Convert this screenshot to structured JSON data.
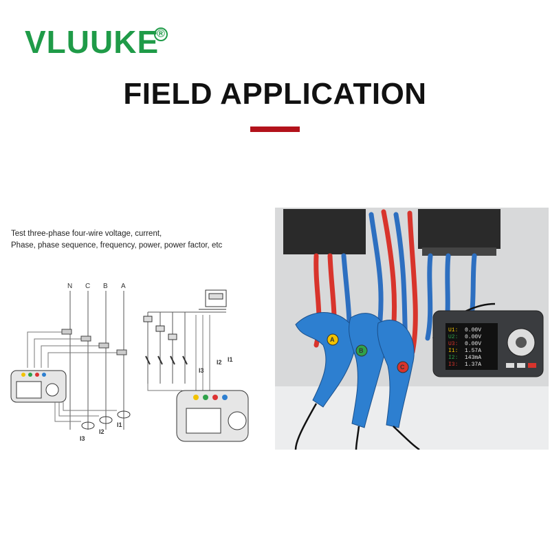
{
  "brand": {
    "logo_text": "VLUUKE",
    "registered_mark": "®"
  },
  "header": {
    "title": "FIELD APPLICATION"
  },
  "description": {
    "line1": "Test three-phase four-wire voltage, current,",
    "line2": "Phase, phase sequence, frequency, power, power factor, etc"
  },
  "diagram_left": {
    "phase_labels": [
      "N",
      "C",
      "B",
      "A"
    ],
    "clamp_labels": [
      "I3",
      "I2",
      "I1"
    ]
  },
  "diagram_right": {
    "clamp_labels": [
      "I3",
      "I2",
      "I1"
    ]
  },
  "photo": {
    "clamp_labels": [
      "A",
      "B",
      "C"
    ],
    "screen_rows": [
      {
        "name": "U1:",
        "value": "0.00V"
      },
      {
        "name": "U2:",
        "value": "0.00V"
      },
      {
        "name": "U3:",
        "value": "0.00V"
      },
      {
        "name": "I1:",
        "value": "1.57A"
      },
      {
        "name": "I2:",
        "value": "143mA"
      },
      {
        "name": "I3:",
        "value": "1.37A"
      }
    ]
  },
  "colors": {
    "brand_green": "#1f9b48",
    "accent_red": "#b3121b",
    "clamp_blue": "#2d7fd0"
  }
}
